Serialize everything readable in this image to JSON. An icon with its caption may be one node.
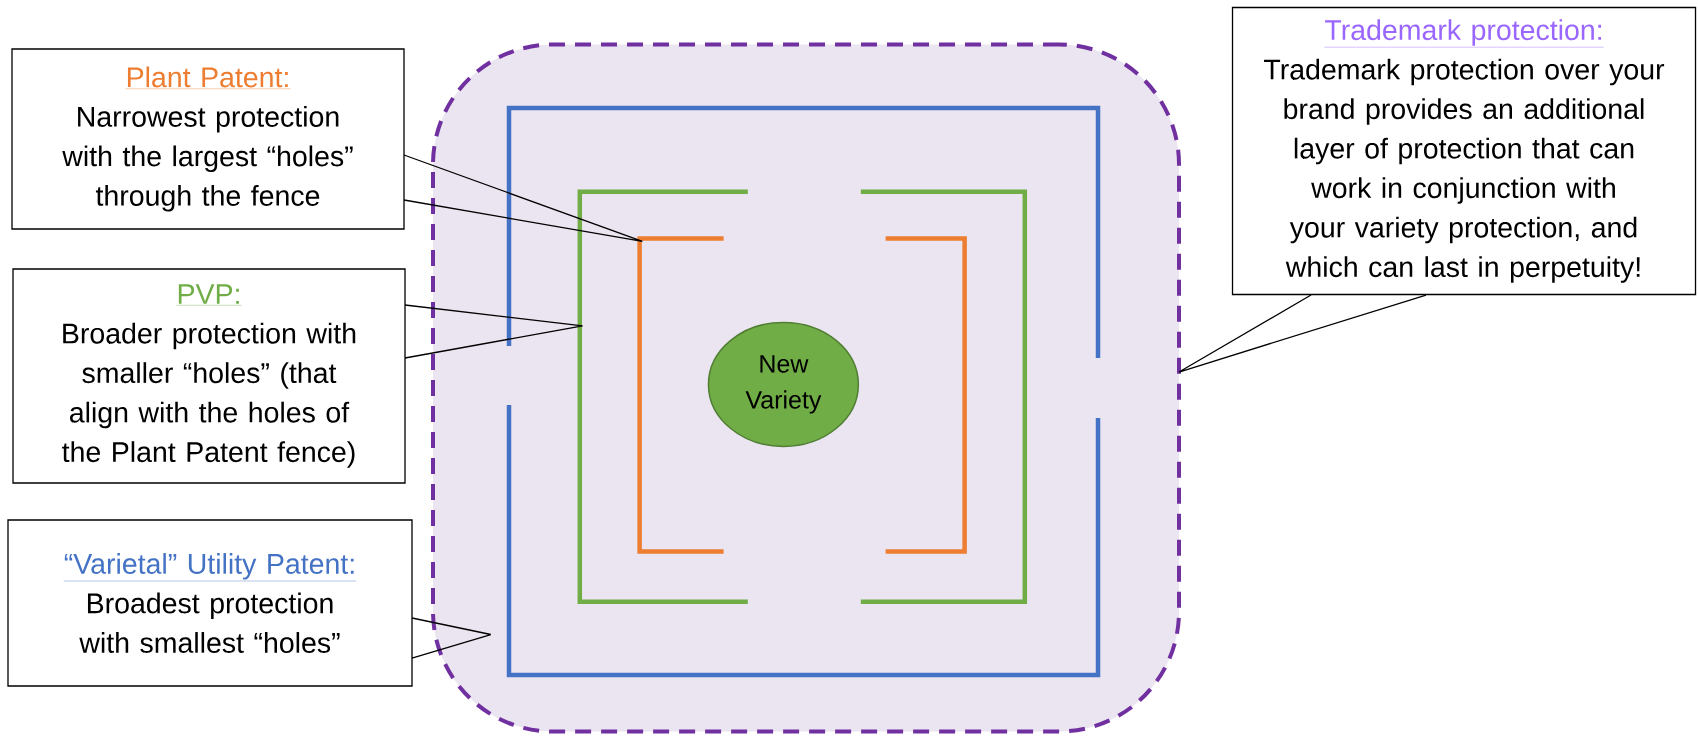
{
  "diagram": {
    "nodes": [
      {
        "text": [
          "Plant Patent:",
          "Narrowest protection with the largest “holes” through the fence"
        ]
      },
      {
        "text": [
          "PVP:",
          "Broader protection with smaller “holes” (that align with the holes of the Plant Patent fence)"
        ]
      },
      {
        "text": [
          "“Varietal” Utility Patent:",
          "Broadest protection with smallest “holes”"
        ]
      },
      {
        "text": [],
        "shape": "box"
      },
      {
        "text": [],
        "shape": "fence",
        "in": 3
      },
      {
        "text": [],
        "shape": "fence",
        "in": 4
      },
      {
        "text": [],
        "shape": "fence",
        "in": 5
      },
      {
        "text": [
          "New Variety"
        ],
        "in": 6
      },
      {
        "text": [
          "Trademark protection:",
          "Trademark protection over your brand provides an additional layer of protection that can work in conjunction with your variety protection, and which can last in perpetuity!"
        ]
      }
    ],
    "edges": [
      {
        "from": 0,
        "to": 6,
        "arrow": "none"
      },
      {
        "from": 1,
        "to": 5,
        "arrow": "none"
      },
      {
        "from": 2,
        "to": 4,
        "arrow": "none"
      },
      {
        "from": 8,
        "to": 3,
        "arrow": "none"
      }
    ]
  }
}
